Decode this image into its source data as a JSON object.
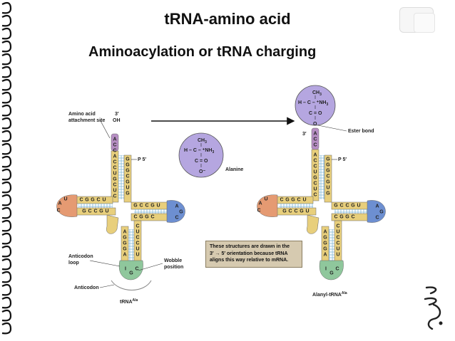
{
  "title": "tRNA-amino acid",
  "subtitle": "Aminoacylation or tRNA charging",
  "left": {
    "attachment_label_line1": "Amino acid",
    "attachment_label_line2": "attachment site",
    "three_prime": "3′",
    "oh": "OH",
    "p5": "P  5′",
    "anticodon_loop_line1": "Anticodon",
    "anticodon_loop_line2": "loop",
    "wobble_line1": "Wobble",
    "wobble_line2": "position",
    "anticodon": "Anticodon",
    "name": "tRNA",
    "name_sup": "Ala"
  },
  "alanine": {
    "ch3": "CH",
    "ch3_sub": "3",
    "row2": "H – C – ⁺NH",
    "row2_sub": "3",
    "co": "C = O",
    "o": "O⁻",
    "label": "Alanine"
  },
  "right": {
    "ch3": "CH",
    "ch3_sub": "3",
    "row2": "H – C – ⁺NH",
    "row2_sub": "3",
    "co": "C = O",
    "o": "O",
    "ester_bond": "Ester bond",
    "p5": "P  5′",
    "three_prime": "3′",
    "name": "Alanyl-tRNA",
    "name_sup": "Ala"
  },
  "note": {
    "line1": "These structures are drawn in the",
    "line2": "3′ → 5′ orientation because tRNA",
    "line3": "aligns this way relative to mRNA."
  },
  "colors": {
    "stem": "#e8cf7c",
    "acceptor": "#b78fc4",
    "left_loop": "#e59a72",
    "right_loop": "#6d8fd1",
    "anticodon_loop": "#8fc79c",
    "circle": "#b5a6e0"
  }
}
